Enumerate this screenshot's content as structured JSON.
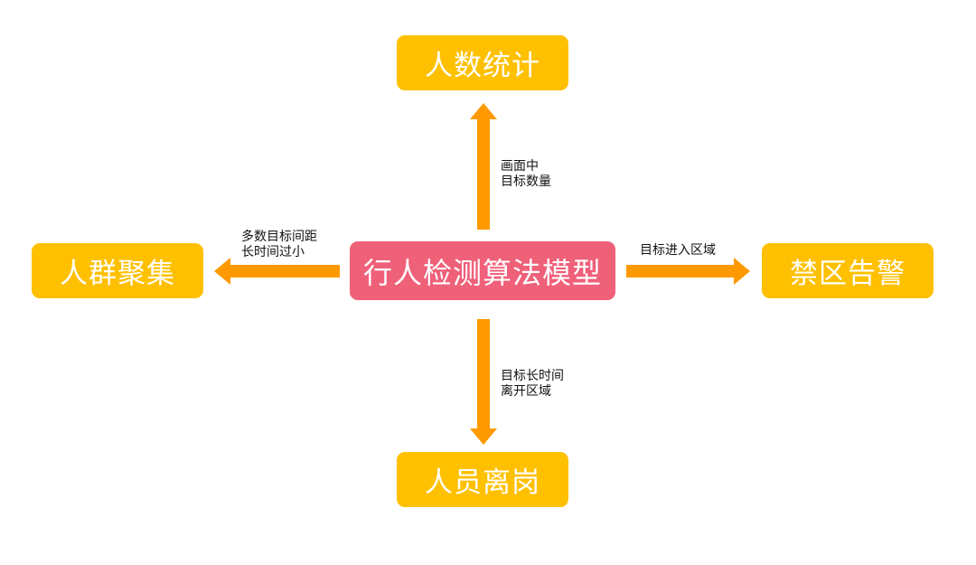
{
  "center": {
    "label": "行人检测算法模型"
  },
  "nodes": {
    "top": "人数统计",
    "left": "人群聚集",
    "right": "禁区告警",
    "bottom": "人员离岗"
  },
  "edges": {
    "up": {
      "line1": "画面中",
      "line2": "目标数量"
    },
    "left": {
      "line1": "多数目标间距",
      "line2": "长时间过小"
    },
    "right": {
      "line1": "目标进入区域"
    },
    "down": {
      "line1": "目标长时间",
      "line2": "离开区域"
    }
  },
  "colors": {
    "center": "#ef6079",
    "outer": "#ffc000",
    "arrow": "#ff9900",
    "text": "#ffffff"
  }
}
